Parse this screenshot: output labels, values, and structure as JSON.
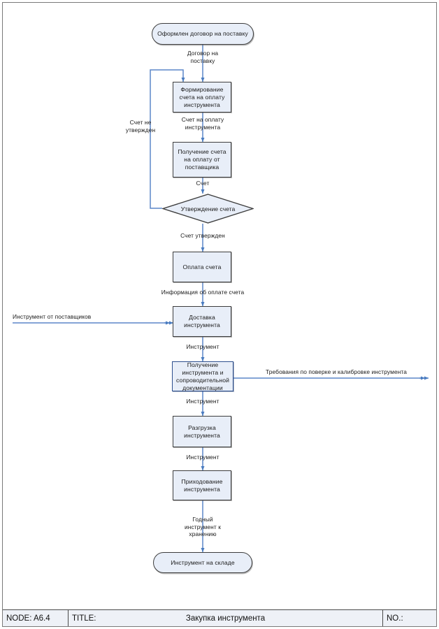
{
  "diagram": {
    "type": "process-flowchart",
    "language": "ru",
    "nodes": [
      {
        "id": "start",
        "shape": "terminator",
        "label": "Оформлен договор на поставку"
      },
      {
        "id": "form_bill",
        "shape": "process",
        "label": "Формирование счета на оплату инструмента"
      },
      {
        "id": "get_bill",
        "shape": "process",
        "label": "Получение счета на оплату от поставщика"
      },
      {
        "id": "approve",
        "shape": "decision",
        "label": "Утверждение счета"
      },
      {
        "id": "pay",
        "shape": "process",
        "label": "Оплата счета"
      },
      {
        "id": "delivery",
        "shape": "process",
        "label": "Доставка инструмента"
      },
      {
        "id": "receive",
        "shape": "process",
        "label": "Получение инструмента и сопроводительной документации",
        "highlighted": true
      },
      {
        "id": "unload",
        "shape": "process",
        "label": "Разгрузка инструмента"
      },
      {
        "id": "income",
        "shape": "process",
        "label": "Приходование инструмента"
      },
      {
        "id": "end",
        "shape": "terminator",
        "label": "Инструмент на складе"
      }
    ],
    "edge_labels": {
      "contract": "Договор на\nпоставку",
      "bill_for_payment": "Счет на оплату\nинструмента",
      "bill": "Счет",
      "not_approved": "Счет не\nутвержден",
      "approved": "Счет утвержден",
      "payment_info": "Информация об оплате счета",
      "tool_from_suppliers": "Инструмент от поставщиков",
      "tool_1": "Инструмент",
      "calibration_req": "Требования по поверке и калибровке инструмента",
      "tool_2": "Инструмент",
      "tool_3": "Инструмент",
      "storable_tool": "Годный\nинструмент к\nхранению"
    },
    "colors": {
      "node_fill": "#e8eef8",
      "node_border": "#3d3d3d",
      "highlight_border": "#2d4f8e",
      "arrow": "#5b86c8",
      "text": "#1a1a1a",
      "footer_fill": "#eef1f7"
    }
  },
  "footer": {
    "node_label": "NODE:  A6.4",
    "title_label": "TITLE:",
    "title_value": "Закупка инструмента",
    "no_label": "NO.:"
  }
}
